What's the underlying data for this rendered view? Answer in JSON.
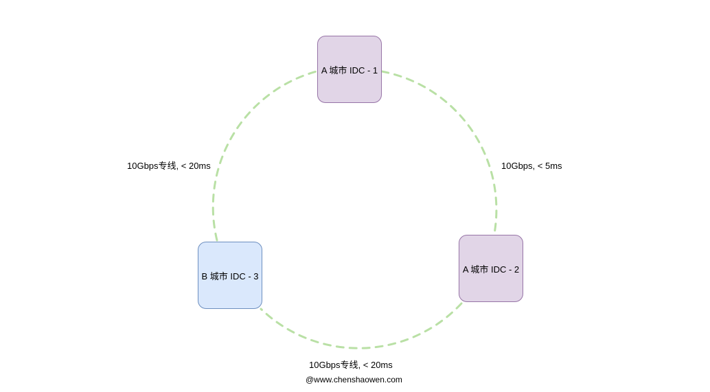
{
  "nodes": {
    "a_idc_1": {
      "label": "A 城市 IDC - 1",
      "fill": "#e1d5e7",
      "stroke": "#9673a6"
    },
    "a_idc_2": {
      "label": "A 城市 IDC - 2",
      "fill": "#e1d5e7",
      "stroke": "#9673a6"
    },
    "b_idc_3": {
      "label": "B 城市 IDC - 3",
      "fill": "#dae8fc",
      "stroke": "#6c8ebf"
    }
  },
  "links": {
    "a1_b3": {
      "label": "10Gbps专线, < 20ms"
    },
    "a1_a2": {
      "label": "10Gbps, < 5ms"
    },
    "b3_a2": {
      "label": "10Gbps专线, < 20ms"
    }
  },
  "link_style": {
    "color": "#b9e0a5",
    "dashed": true
  },
  "watermark": "@www.chenshaowen.com"
}
